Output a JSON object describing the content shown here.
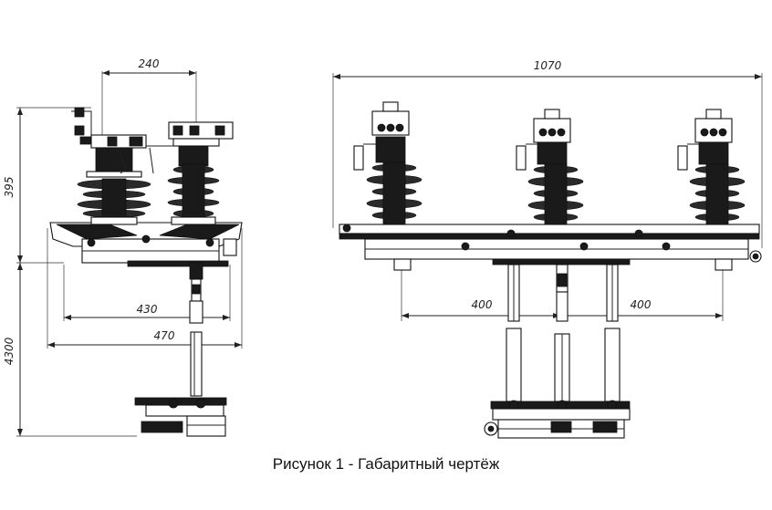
{
  "drawing": {
    "dimensions": {
      "left_top_width": "240",
      "left_height_upper": "395",
      "left_height_lower": "4300",
      "left_base_inner": "430",
      "left_base_outer": "470",
      "right_total_width": "1070",
      "right_spacing_left": "400",
      "right_spacing_right": "400"
    }
  },
  "caption": "Рисунок 1 - Габаритный чертёж"
}
